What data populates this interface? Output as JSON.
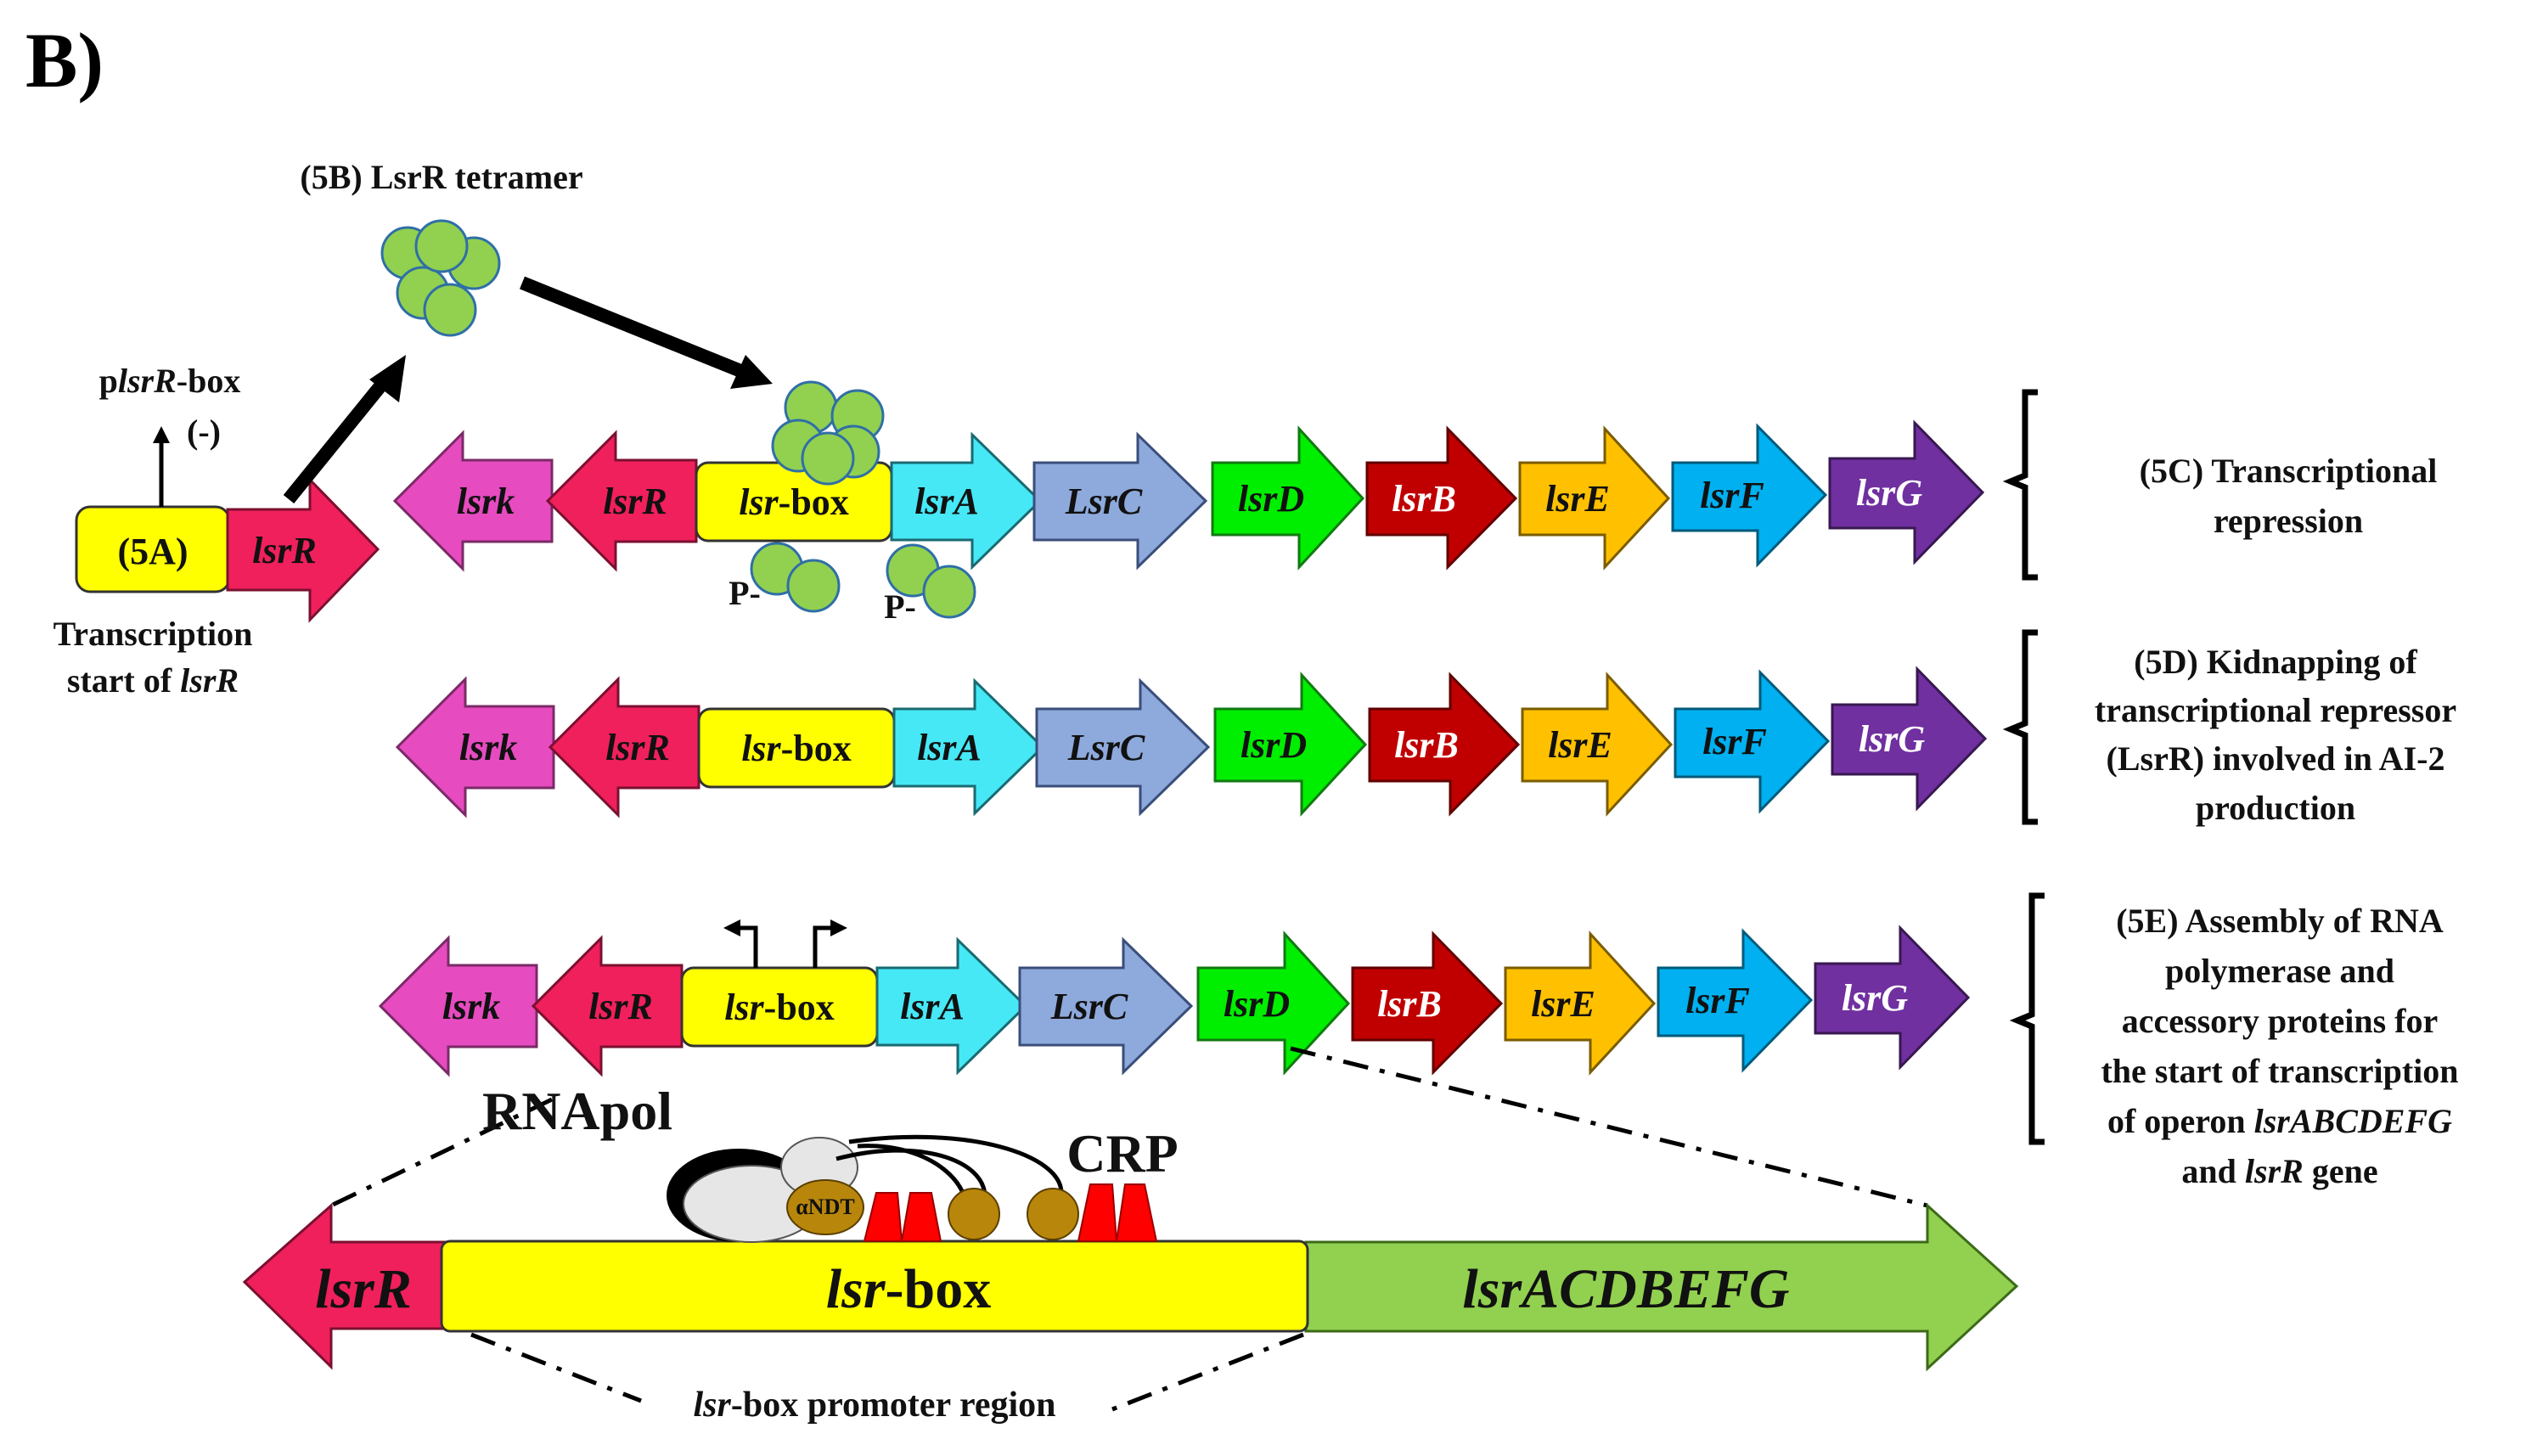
{
  "panel_label": "B)",
  "colors": {
    "lsrK": "#e64bc0",
    "lsrR": "#f0205c",
    "box": "#ffff00",
    "lsrA": "#46e8f5",
    "lsrC": "#8ea9db",
    "lsrD": "#00ee00",
    "lsrB": "#c00000",
    "lsrE": "#ffc000",
    "lsrF": "#00b0f0",
    "lsrG": "#7030a0",
    "operon": "#92d050",
    "lsrR_box": "#ffff00",
    "protein": "#92d050",
    "crp": "#ff0000",
    "subunit": "#b8860b"
  },
  "genes": {
    "lsrk": "lsrk",
    "lsrR": "lsrR",
    "box_italic": "lsr",
    "box_rest": "-box",
    "lsrA": "lsrA",
    "LsrC": "LsrC",
    "lsrD": "lsrD",
    "lsrB": "lsrB",
    "lsrE": "lsrE",
    "lsrF": "lsrF",
    "lsrG": "lsrG"
  },
  "step_5a": {
    "box_label": "(5A)",
    "gene": "lsrR",
    "promoter_p": "p",
    "promoter_italic": "lsrR",
    "promoter_rest": "-box",
    "sign": "(-)",
    "caption_line1": "Transcription",
    "caption_line2": "start of ",
    "caption_italic": "lsrR"
  },
  "step_5b": {
    "label": "(5B) LsrR tetramer"
  },
  "phospho": {
    "p1": "P-",
    "p2": "P-"
  },
  "step_5c": {
    "line1": "(5C) Transcriptional",
    "line2": "repression"
  },
  "step_5d": {
    "line1": "(5D) Kidnapping of",
    "line2": "transcriptional repressor",
    "line3": "(LsrR) involved in AI-2",
    "line4": "production"
  },
  "step_5e": {
    "line1": "(5E) Assembly of RNA",
    "line2": "polymerase and",
    "line3": "accessory proteins for",
    "line4": "the start of transcription",
    "line5": "of operon ",
    "line5_italic": "lsrABCDEFG",
    "line6": "and ",
    "line6_italic": "lsrR",
    "line6_rest": " gene"
  },
  "detail": {
    "rnapol": "RNApol",
    "crp": "CRP",
    "subunit": "αNDT",
    "lsrR": "lsrR",
    "box_italic": "lsr",
    "box_rest": "-box",
    "operon": "lsrACDBEFG",
    "promoter_italic": "lsr",
    "promoter_rest": "-box promoter region"
  }
}
